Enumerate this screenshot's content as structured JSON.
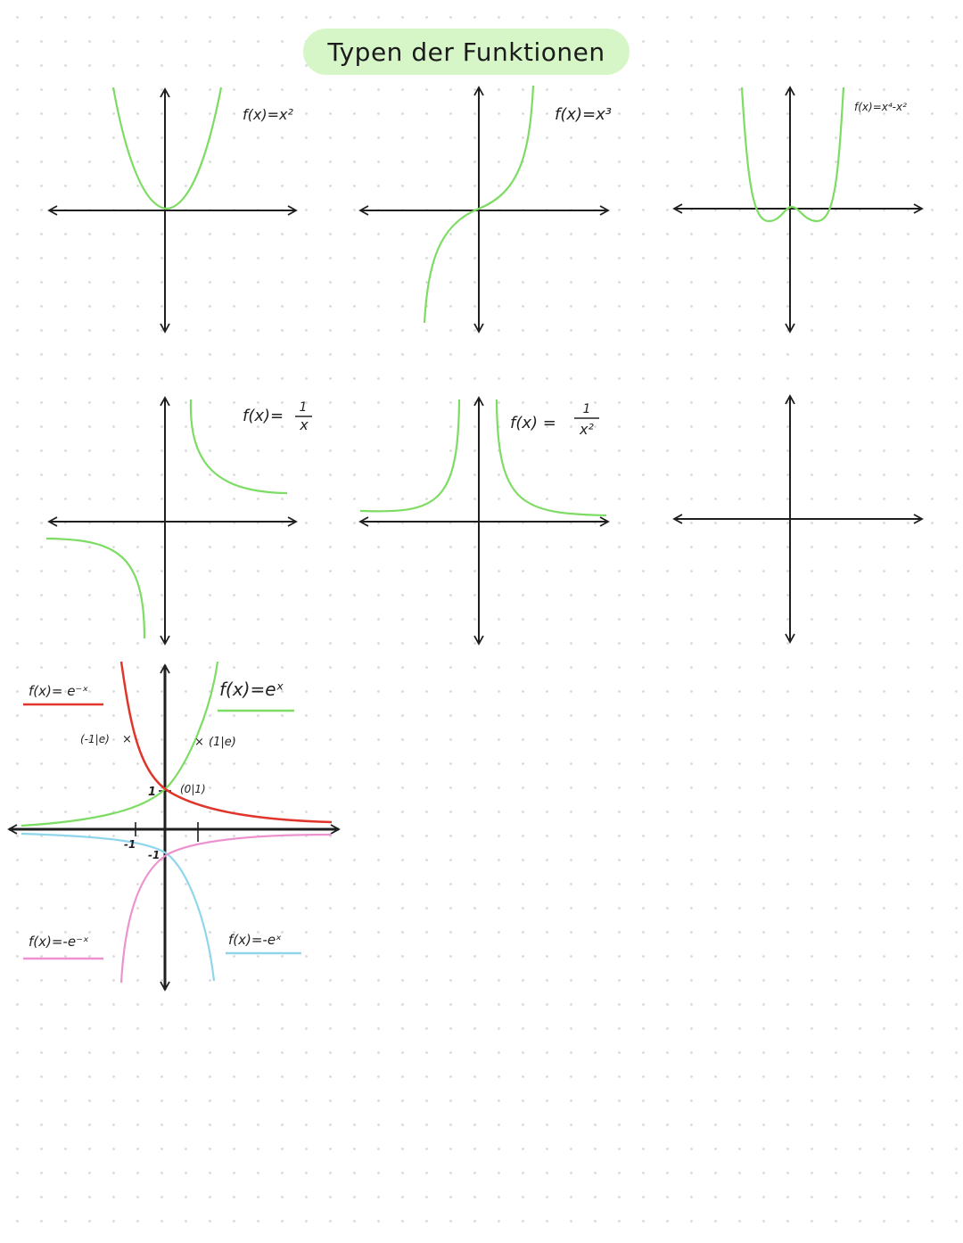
{
  "title": "Typen der Funktionen",
  "colors": {
    "axis": "#1e1e1e",
    "green": "#7ddc63",
    "red": "#e0352b",
    "pink": "#ec92cf",
    "blue": "#8fd6ec",
    "title_bg": "#d6f6c8"
  },
  "graphs": {
    "square": {
      "label": "f(x)=x²"
    },
    "cube": {
      "label": "f(x)=x³"
    },
    "quartic": {
      "label": "f(x)=x⁴-x²"
    },
    "reciprocal": {
      "label": "f(x)= ",
      "frac_num": "1",
      "frac_den": "x"
    },
    "reciprocal_sq": {
      "label": "f(x) = ",
      "frac_num": "1",
      "frac_den": "x²"
    }
  },
  "exp": {
    "label_neg_x": "f(x)= e⁻ˣ",
    "label_pos": "f(x)=eˣ",
    "label_neg_neg": "f(x)=-e⁻ˣ",
    "label_neg_pos": "f(x)=-eˣ",
    "point_left": "(-1|e)",
    "point_right": "(1|e)",
    "point_mid": "(0|1)",
    "tick_y_pos": "1",
    "tick_x_neg": "-1",
    "tick_y_neg": "-1"
  }
}
